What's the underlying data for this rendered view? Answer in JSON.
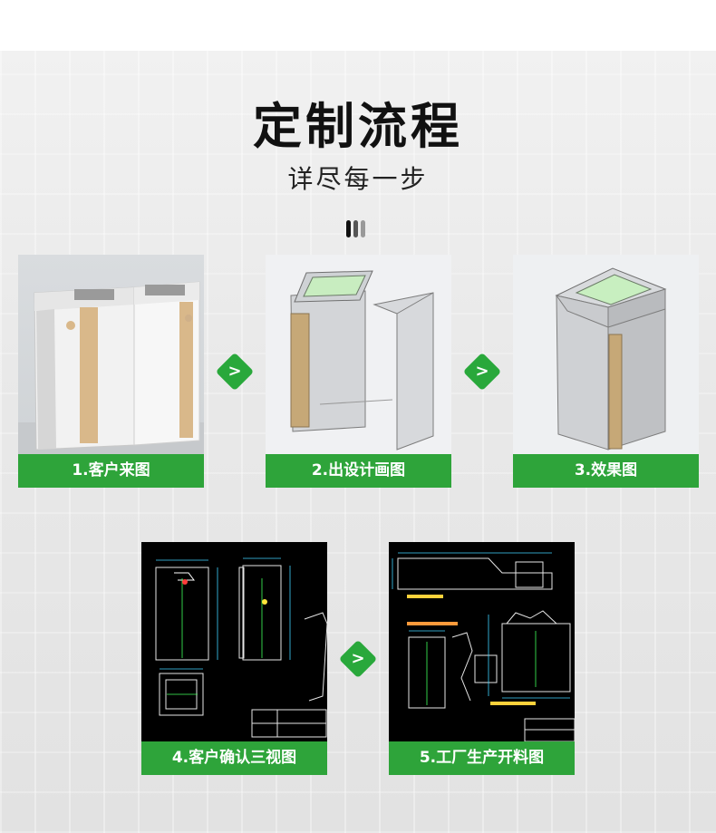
{
  "header": {
    "title": "定制流程",
    "subtitle": "详尽每一步"
  },
  "colors": {
    "accent_green": "#2ea43a",
    "bar_dark": "#111111",
    "bar_mid": "#555555",
    "bar_light": "#999999"
  },
  "steps": [
    {
      "label": "1.客户来图",
      "icon": "photo-bins"
    },
    {
      "label": "2.出设计画图",
      "icon": "exploded-3d-model"
    },
    {
      "label": "3.效果图",
      "icon": "rendered-3d-bin"
    },
    {
      "label": "4.客户确认三视图",
      "icon": "cad-three-view"
    },
    {
      "label": "5.工厂生产开料图",
      "icon": "cad-cutting-layout"
    }
  ],
  "arrow_glyph": ">"
}
